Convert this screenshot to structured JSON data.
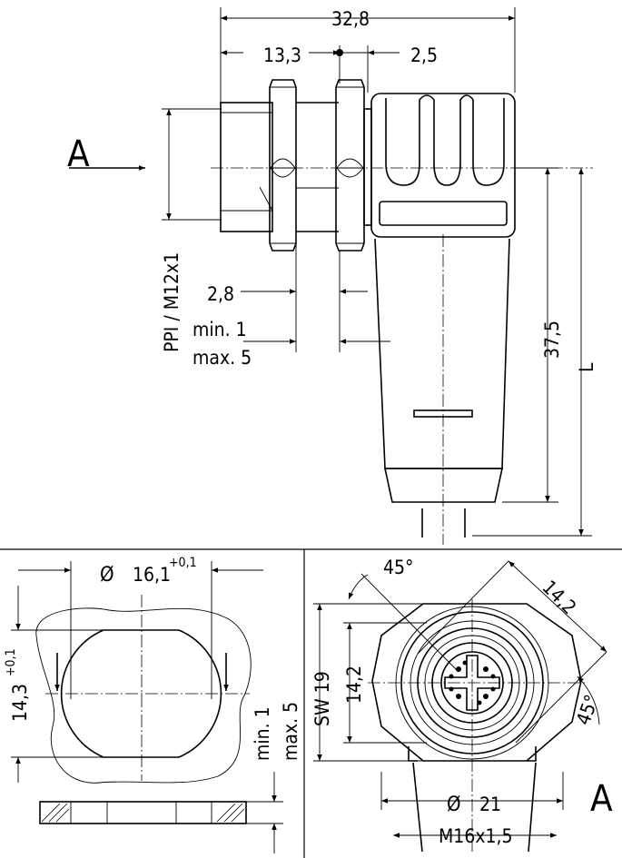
{
  "side_view": {
    "dim_total": "32,8",
    "dim_front": "13,3",
    "dim_gap": "2,5",
    "view_letter": "A",
    "dim_panel": "2,8",
    "thread_label": "PPI / M12x1",
    "panel_min": "min. 1",
    "panel_max": "max. 5",
    "dim_height": "37,5",
    "dim_length": "L"
  },
  "cutout_view": {
    "dia_symbol": "Ø",
    "dia_value": "16,1",
    "dia_tol": "+0,1",
    "flat_value": "14,3",
    "flat_tol": "+0,1",
    "panel_min": "min. 1",
    "panel_max": "max. 5"
  },
  "front_view": {
    "angle_top": "45°",
    "angle_right": "45°",
    "across_corners": "14,2",
    "wrench_label": "SW 19",
    "flat_width": "14,2",
    "dia_symbol": "Ø",
    "dia_value": "21",
    "thread_label": "M16x1,5",
    "view_letter": "A"
  }
}
